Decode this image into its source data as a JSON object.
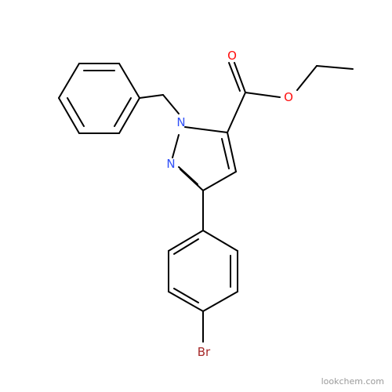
{
  "molecule": {
    "atoms": [
      {
        "id": "O1",
        "label": "O",
        "color": "#ff0d0d"
      },
      {
        "id": "O2",
        "label": "O",
        "color": "#ff0d0d"
      },
      {
        "id": "N1",
        "label": "N",
        "color": "#3050f8"
      },
      {
        "id": "N2",
        "label": "N",
        "color": "#3050f8"
      },
      {
        "id": "Br",
        "label": "Br",
        "color": "#a62929"
      }
    ],
    "bond_color": "#000000"
  },
  "watermark": {
    "text": "lookchem.com"
  }
}
